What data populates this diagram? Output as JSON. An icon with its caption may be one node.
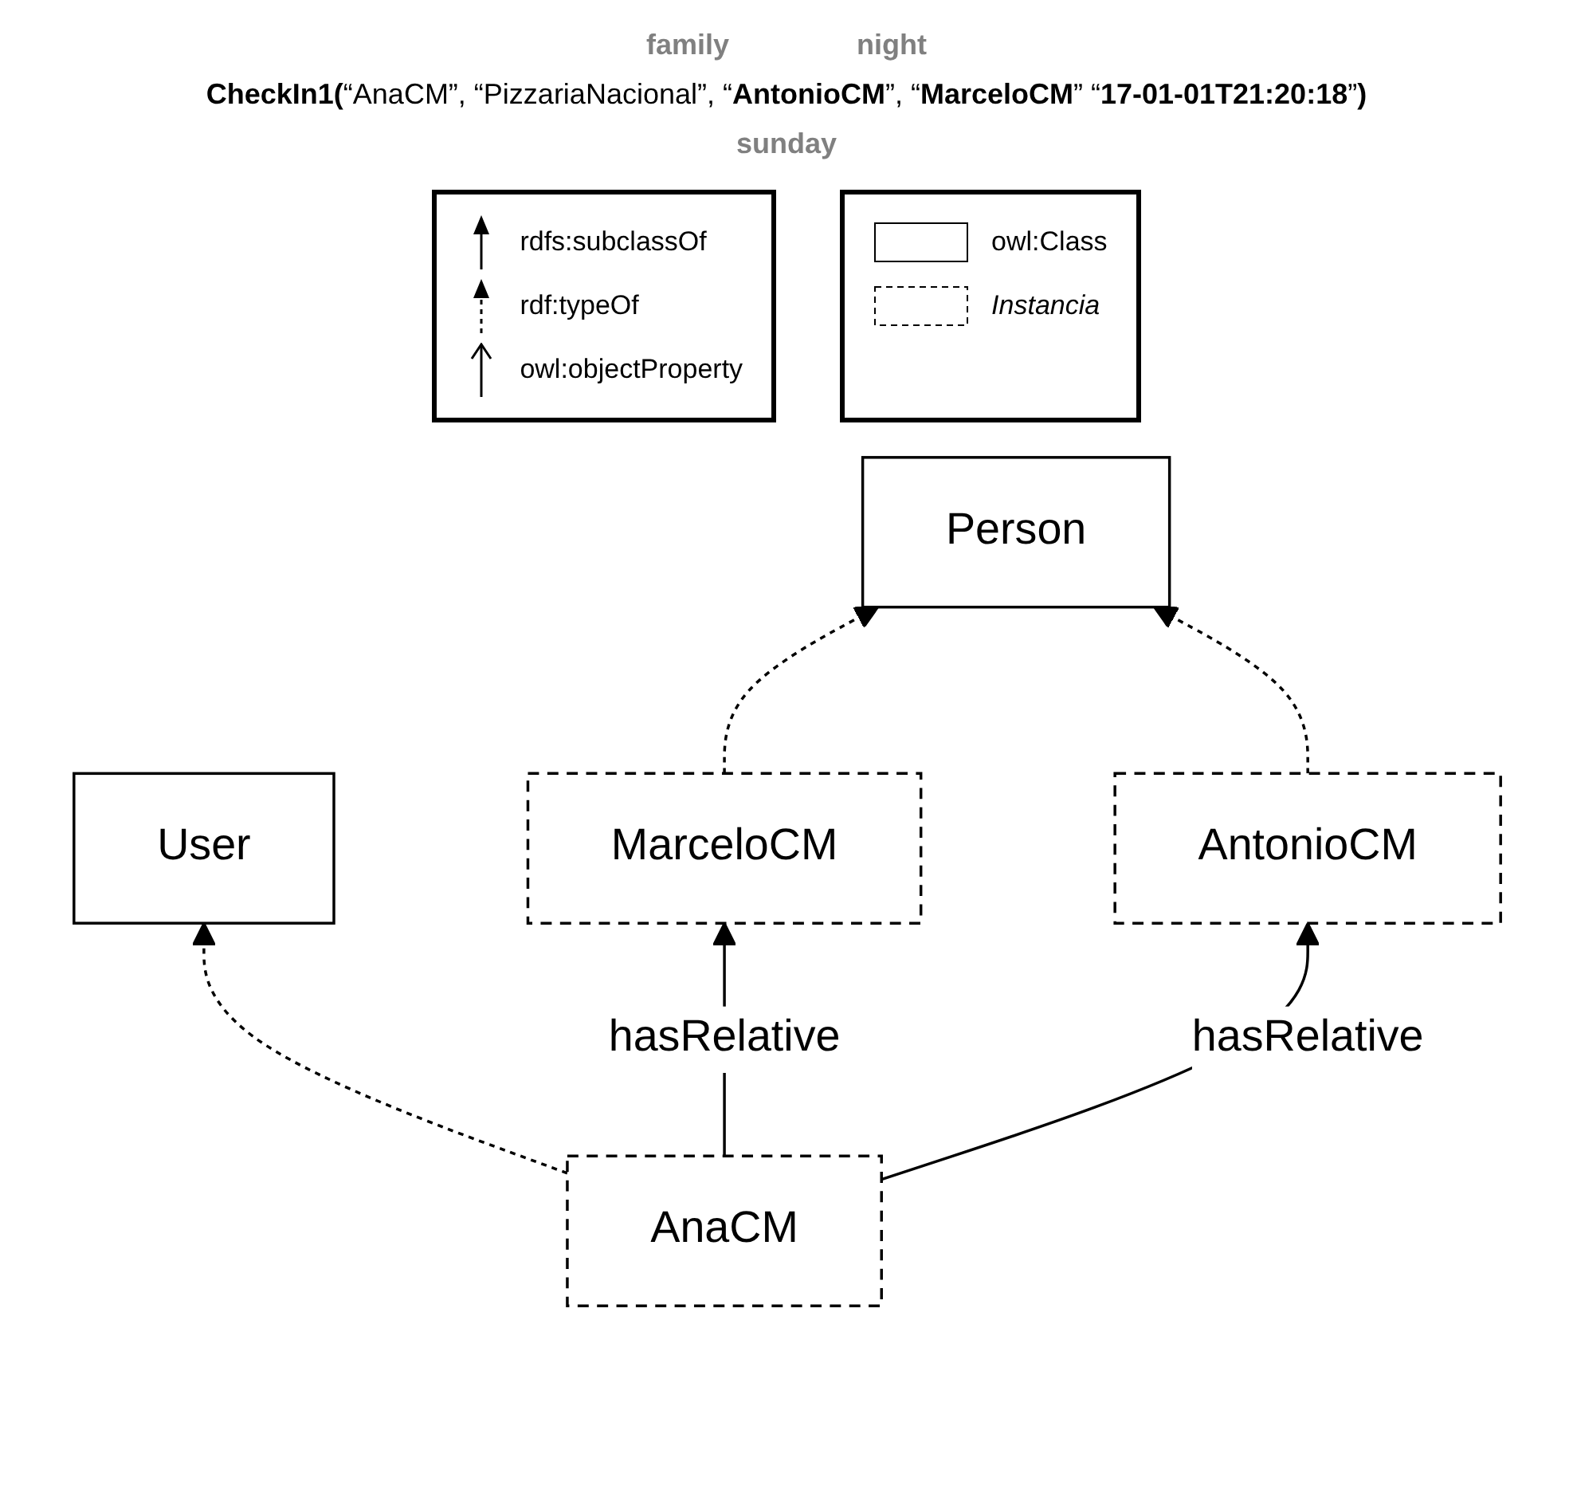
{
  "diagram": {
    "nodes": [
      {
        "text": [
          "User"
        ]
      },
      {
        "text": [
          "Person"
        ]
      },
      {
        "text": [
          "AnaCM"
        ]
      },
      {
        "text": [
          "MarceloCM"
        ]
      },
      {
        "text": [
          "AntonioCM"
        ]
      }
    ],
    "edges": [
      {
        "from": 2,
        "to": 0,
        "arrow": "to",
        "style": "dashed"
      },
      {
        "from": 3,
        "to": 1,
        "arrow": "to",
        "style": "dashed"
      },
      {
        "from": 4,
        "to": 1,
        "arrow": "to",
        "style": "dashed"
      },
      {
        "from": 2,
        "to": 3,
        "arrow": "to",
        "label": "hasRelative"
      },
      {
        "from": 2,
        "to": 4,
        "arrow": "to",
        "label": "hasRelative"
      }
    ],
    "labels": [
      "family",
      "night",
      "**CheckIn1(**“AnaCM”, “PizzariaNacional”, “**AntonioCM**”, “**MarceloCM**” “**17-01-01T21:20:18**”**)**",
      "sunday"
    ],
    "legend": [
      {
        "text": "rdfs:subclassOf"
      },
      {
        "text": "rdf:typeOf"
      },
      {
        "text": "owl:objectProperty"
      },
      {
        "text": "owl:Class"
      },
      {
        "text": "Instancia"
      }
    ]
  }
}
